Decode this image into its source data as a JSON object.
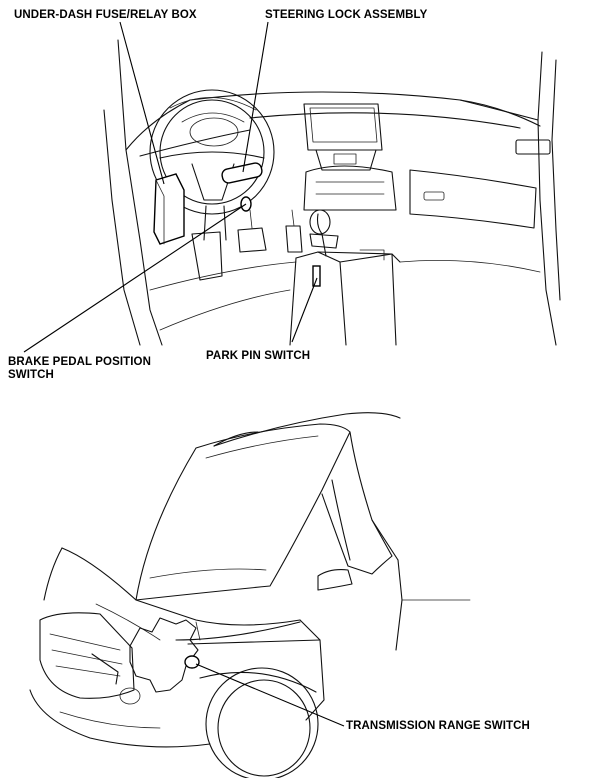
{
  "labels": {
    "under_dash_fuse_relay_box": "UNDER-DASH FUSE/RELAY BOX",
    "steering_lock_assembly": "STEERING LOCK ASSEMBLY",
    "brake_pedal_position_switch_line1": "BRAKE PEDAL POSITION",
    "brake_pedal_position_switch_line2": "SWITCH",
    "park_pin_switch": "PARK PIN SWITCH",
    "transmission_range_switch": "TRANSMISSION RANGE SWITCH"
  }
}
